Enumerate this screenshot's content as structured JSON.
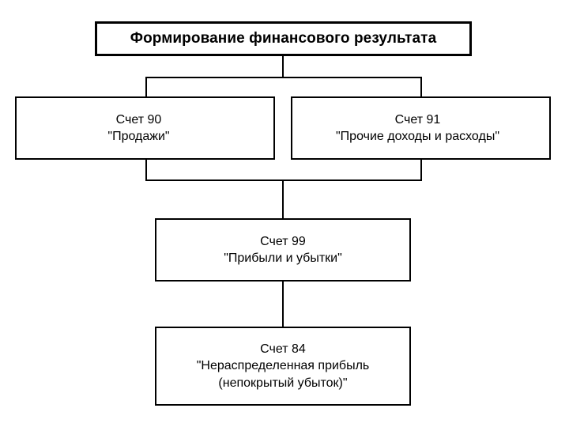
{
  "diagram": {
    "title_box": {
      "text": "Формирование финансового результата"
    },
    "nodes": [
      {
        "id": "acc90",
        "line1": "Счет 90",
        "line2": "\"Продажи\""
      },
      {
        "id": "acc91",
        "line1": "Счет 91",
        "line2": "\"Прочие доходы и расходы\""
      },
      {
        "id": "acc99",
        "line1": "Счет 99",
        "line2": "\"Прибыли и убытки\""
      },
      {
        "id": "acc84",
        "line1": "Счет 84",
        "line2": "\"Нераспределенная прибыль",
        "line3": "(непокрытый убыток)\""
      }
    ],
    "colors": {
      "background": "#ffffff",
      "stroke": "#000000",
      "text": "#000000"
    }
  }
}
